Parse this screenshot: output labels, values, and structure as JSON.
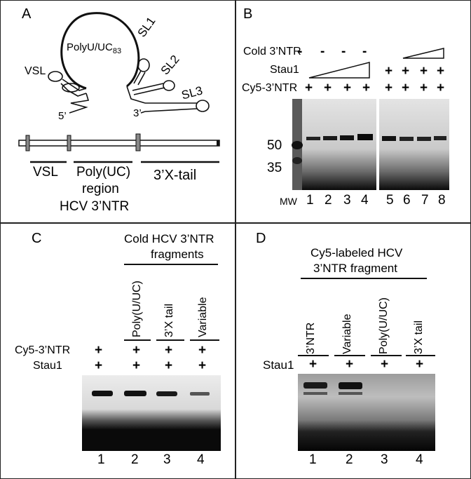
{
  "panelA": {
    "label": "A",
    "polyu": "PolyU/UC",
    "polyu_sub": "83",
    "sl1": "SL1",
    "sl2": "SL2",
    "sl3": "SL3",
    "vsl": "VSL",
    "five_prime": "5’",
    "three_prime": "3’",
    "bar_vsl": "VSL",
    "bar_polyuc_1": "Poly(UC)",
    "bar_polyuc_2": "region",
    "bar_xtail": "3’X-tail",
    "footer": "HCV 3’NTR"
  },
  "panelB": {
    "label": "B",
    "cold_label": "Cold 3’NTR",
    "stau_label": "Stau1",
    "cy5_label": "Cy5-3’NTR",
    "minus": "-",
    "plus": "+",
    "mw_label": "MW",
    "marker_50": "50",
    "marker_35": "35",
    "lanes": [
      "1",
      "2",
      "3",
      "4",
      "5",
      "6",
      "7",
      "8"
    ]
  },
  "panelC": {
    "label": "C",
    "header_1": "Cold HCV 3’NTR",
    "header_2": "fragments",
    "cols": [
      "Poly(U/UC)",
      "3’X tail",
      "Variable"
    ],
    "cy5_label": "Cy5-3’NTR",
    "stau_label": "Stau1",
    "plus": "+",
    "lanes": [
      "1",
      "2",
      "3",
      "4"
    ]
  },
  "panelD": {
    "label": "D",
    "header_1": "Cy5-labeled HCV",
    "header_2": "3’NTR fragment",
    "cols": [
      "3’NTR",
      "Variable",
      "Poly(U/UC)",
      "3’X tail"
    ],
    "stau_label": "Stau1",
    "plus": "+",
    "lanes": [
      "1",
      "2",
      "3",
      "4"
    ]
  }
}
